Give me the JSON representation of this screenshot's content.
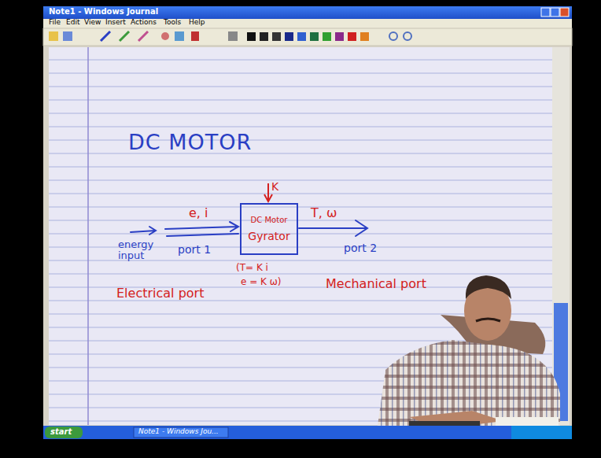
{
  "diagram": {
    "title": "DC MOTOR",
    "nodes": [
      {
        "text": [
          "DC Motor",
          "Gyrator"
        ]
      }
    ],
    "labels": [
      "Note1 - Windows Journal",
      "File",
      "Edit",
      "View",
      "Insert",
      "Actions",
      "Tools",
      "Help",
      "K",
      "e, i",
      "T, ω",
      "energy input",
      "port 1",
      "port 2",
      "Electrical port",
      "Mechanical port",
      "(T= K i",
      "e = K ω)",
      "start",
      "Note1 - Windows Jou..."
    ]
  }
}
